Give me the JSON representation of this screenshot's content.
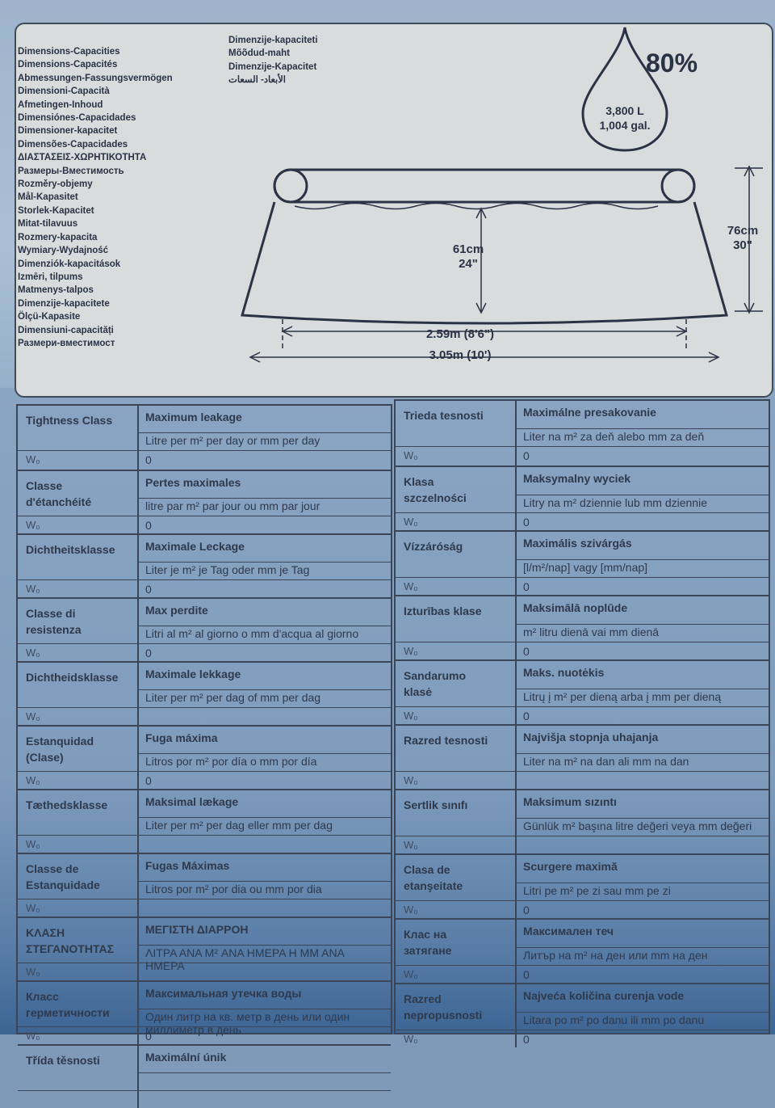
{
  "header": {
    "languages_left": [
      "Dimensions-Capacities",
      "Dimensions-Capacités",
      "Abmessungen-Fassungsvermögen",
      "Dimensioni-Capacità",
      "Afmetingen-Inhoud",
      "Dimensiónes-Capacidades",
      "Dimensioner-kapacitet",
      "Dimensões-Capacidades",
      "ΔΙΑΣΤΑΣΕΙΣ-ΧΩΡΗΤΙΚΟΤΗΤΑ",
      "Размеры-Вместимость",
      "Rozměry-objemy",
      "Mål-Kapasitet",
      "Storlek-Kapacitet",
      "Mitat-tilavuus",
      "Rozmery-kapacita",
      "Wymiary-Wydajność",
      "Dimenziók-kapacitások",
      "Izmēri, tilpums",
      "Matmenys-talpos",
      "Dimenzije-kapacitete",
      "Ölçü-Kapasite",
      "Dimensiuni-capacități",
      "Размери-вместимост"
    ],
    "languages_right": [
      "Dimenzije-kapaciteti",
      "Mõõdud-maht",
      "Dimenzije-Kapacitet",
      "الأبعاد- السعات"
    ],
    "fill_percent": "80%",
    "volume_l": "3,800 L",
    "volume_gal": "1,004 gal.",
    "height_full": "76cm\n30\"",
    "height_water": "61cm\n24\"",
    "width_inner": "2.59m (8'6\")",
    "width_outer": "3.05m (10')"
  },
  "left_table": [
    {
      "class": "Tightness Class",
      "title": "Maximum leakage",
      "desc": "Litre per m² per day or mm per day",
      "w": "W₀",
      "v": "0"
    },
    {
      "class": "Classe\nd'étanchéité",
      "title": "Pertes maximales",
      "desc": "litre par m² par jour ou mm par jour",
      "w": "W₀",
      "v": "0"
    },
    {
      "class": "Dichtheitsklasse",
      "title": "Maximale Leckage",
      "desc": "Liter je m² je Tag oder mm je Tag",
      "w": "W₀",
      "v": "0"
    },
    {
      "class": "Classe di\nresistenza",
      "title": "Max perdite",
      "desc": "Litri al m² al giorno o mm d'acqua al giorno",
      "w": "W₀",
      "v": "0"
    },
    {
      "class": "Dichtheidsklasse",
      "title": "Maximale lekkage",
      "desc": "Liter per m² per dag of mm per dag",
      "w": "W₀",
      "v": ""
    },
    {
      "class": "Estanquidad\n(Clase)",
      "title": "Fuga máxima",
      "desc": "Litros por m² por día o mm por día",
      "w": "W₀",
      "v": "0"
    },
    {
      "class": "Tæthedsklasse",
      "title": "Maksimal lækage",
      "desc": "Liter per m² per dag eller mm per dag",
      "w": "W₀",
      "v": ""
    },
    {
      "class": "Classe de\nEstanquidade",
      "title": "Fugas Máximas",
      "desc": "Litros por m² por dia ou mm por dia",
      "w": "W₀",
      "v": ""
    },
    {
      "class": "ΚΛΑΣΗ\nΣΤΕΓΑΝΟΤΗΤΑΣ",
      "title": "ΜΕΓΙΣΤΗ ΔΙΑΡΡΟΗ",
      "desc": "ΛΙΤΡΑ ΑΝΑ M² ΑΝΑ ΗΜΕΡΑ Η ΜΜ ΑΝΑ ΗΜΕΡΑ",
      "w": "W₀",
      "v": ""
    },
    {
      "class": "Класс\nгерметичности",
      "title": "Максимальная утечка воды",
      "desc": "Один литр на кв. метр в день или один миллиметр в день",
      "w": "W₀",
      "v": "0"
    },
    {
      "class": "Třída těsnosti",
      "title": "Maximální únik",
      "desc": "",
      "w": "",
      "v": ""
    }
  ],
  "right_table": [
    {
      "class": "Trieda tesnosti",
      "title": "Maximálne presakovanie",
      "desc": "Liter na m² za deň alebo mm za deň",
      "w": "W₀",
      "v": "0"
    },
    {
      "class": "Klasa\nszczelności",
      "title": "Maksymalny wyciek",
      "desc": "Litry na m² dziennie lub mm dziennie",
      "w": "W₀",
      "v": "0"
    },
    {
      "class": "Vízzáróság",
      "title": "Maximális szivárgás",
      "desc": "[l/m²/nap] vagy [mm/nap]",
      "w": "W₀",
      "v": "0"
    },
    {
      "class": "Izturības klase",
      "title": "Maksimālā noplūde",
      "desc": "m² litru dienā vai mm dienā",
      "w": "W₀",
      "v": "0"
    },
    {
      "class": "Sandarumo\nklasė",
      "title": "Maks. nuotėkis",
      "desc": "Litrų į m² per dieną arba į mm per dieną",
      "w": "W₀",
      "v": "0"
    },
    {
      "class": "Razred tesnosti",
      "title": "Najvišja stopnja uhajanja",
      "desc": "Liter na m² na dan ali mm na dan",
      "w": "W₀",
      "v": ""
    },
    {
      "class": "Sertlik sınıfı",
      "title": "Maksimum sızıntı",
      "desc": "Günlük m² başına litre değeri veya mm değeri",
      "w": "W₀",
      "v": ""
    },
    {
      "class": "Clasa de\netanşeitate",
      "title": "Scurgere maximă",
      "desc": "Litri pe m² pe zi sau mm pe zi",
      "w": "W₀",
      "v": "0"
    },
    {
      "class": "Клас на\nзатягане",
      "title": "Максимален теч",
      "desc": "Литър на m² на ден или mm на ден",
      "w": "W₀",
      "v": "0"
    },
    {
      "class": "Razred\nnepropusnosti",
      "title": "Najveća količina curenja vode",
      "desc": "Litara po m² po danu ili mm po danu",
      "w": "W₀",
      "v": "0"
    }
  ]
}
